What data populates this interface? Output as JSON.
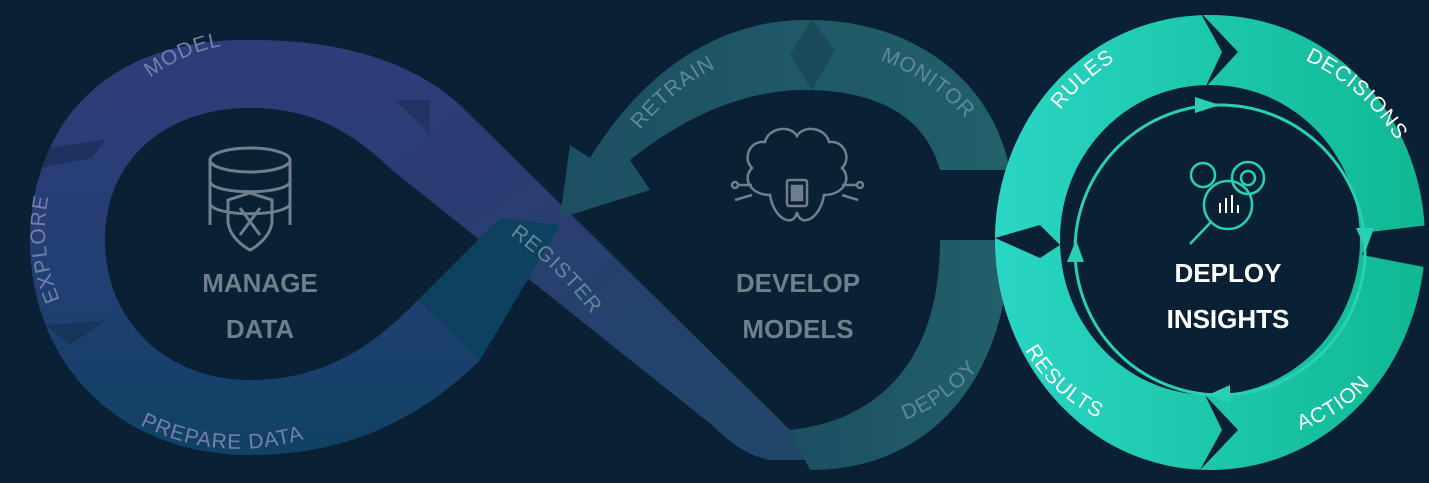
{
  "colors": {
    "background": "#0a2035",
    "manage_top": "#2e3d78",
    "manage_bottom": "#0e4060",
    "develop": "#1f5666",
    "deploy_ring": "#22c9b0",
    "center_text_dim": "#6f7f8c",
    "center_text_bright": "#ffffff",
    "segment_text_dim": "#7480a8",
    "segment_text_bright": "#ffffff",
    "inner_cycle": "#2ad0b4"
  },
  "stages": [
    {
      "title_line1": "MANAGE",
      "title_line2": "DATA",
      "icon": "database-shield-icon",
      "segments": [
        "MODEL",
        "EXPLORE",
        "PREPARE DATA"
      ]
    },
    {
      "title_line1": "DEVELOP",
      "title_line2": "MODELS",
      "icon": "brain-chip-icon",
      "segments": [
        "RETRAIN",
        "MONITOR",
        "REGISTER",
        "DEPLOY"
      ]
    },
    {
      "title_line1": "DEPLOY",
      "title_line2": "INSIGHTS",
      "icon": "gears-magnifier-icon",
      "segments": [
        "RULES",
        "DECISIONS",
        "ACTION",
        "RESULTS"
      ]
    }
  ]
}
